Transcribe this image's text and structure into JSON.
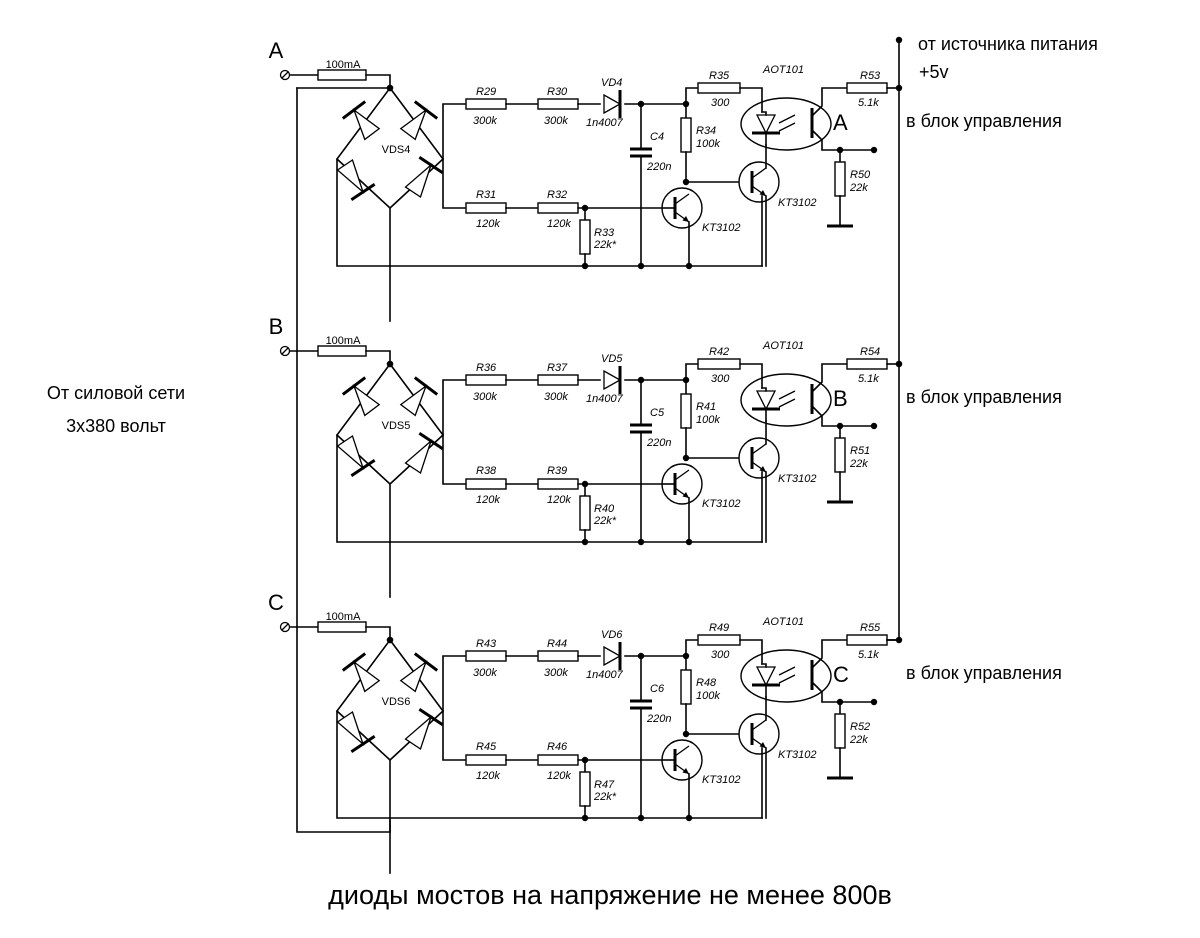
{
  "header": {
    "supply_label": "от источника питания",
    "supply_voltage": "+5v"
  },
  "left_note": {
    "line1": "От силовой сети",
    "line2": "3х380 вольт"
  },
  "footer_note": "диоды мостов на напряжение не менее 800в",
  "channels": [
    {
      "phase": "A",
      "out_letter": "A",
      "out_text": "в блок управления",
      "fuse": "100mA",
      "bridge": "VDS4",
      "r_top1": {
        "name": "R29",
        "value": "300k"
      },
      "r_top2": {
        "name": "R30",
        "value": "300k"
      },
      "diode": {
        "name": "VD4",
        "value": "1n4007"
      },
      "cap": {
        "name": "C4",
        "value": "220n"
      },
      "r_bot1": {
        "name": "R31",
        "value": "120k"
      },
      "r_bot2": {
        "name": "R32",
        "value": "120k"
      },
      "r_shunt": {
        "name": "R33",
        "value": "22k*"
      },
      "r_col": {
        "name": "R35",
        "value": "300"
      },
      "r_base": {
        "name": "R34",
        "value": "100k"
      },
      "q1": "KT3102",
      "q2": "KT3102",
      "opto": "AOT101",
      "r_pull": {
        "name": "R53",
        "value": "5.1k"
      },
      "r_load": {
        "name": "R50",
        "value": "22k"
      }
    },
    {
      "phase": "B",
      "out_letter": "B",
      "out_text": "в блок управления",
      "fuse": "100mA",
      "bridge": "VDS5",
      "r_top1": {
        "name": "R36",
        "value": "300k"
      },
      "r_top2": {
        "name": "R37",
        "value": "300k"
      },
      "diode": {
        "name": "VD5",
        "value": "1n4007"
      },
      "cap": {
        "name": "C5",
        "value": "220n"
      },
      "r_bot1": {
        "name": "R38",
        "value": "120k"
      },
      "r_bot2": {
        "name": "R39",
        "value": "120k"
      },
      "r_shunt": {
        "name": "R40",
        "value": "22k*"
      },
      "r_col": {
        "name": "R42",
        "value": "300"
      },
      "r_base": {
        "name": "R41",
        "value": "100k"
      },
      "q1": "KT3102",
      "q2": "KT3102",
      "opto": "AOT101",
      "r_pull": {
        "name": "R54",
        "value": "5.1k"
      },
      "r_load": {
        "name": "R51",
        "value": "22k"
      }
    },
    {
      "phase": "C",
      "out_letter": "C",
      "out_text": "в блок управления",
      "fuse": "100mA",
      "bridge": "VDS6",
      "r_top1": {
        "name": "R43",
        "value": "300k"
      },
      "r_top2": {
        "name": "R44",
        "value": "300k"
      },
      "diode": {
        "name": "VD6",
        "value": "1n4007"
      },
      "cap": {
        "name": "C6",
        "value": "220n"
      },
      "r_bot1": {
        "name": "R45",
        "value": "120k"
      },
      "r_bot2": {
        "name": "R46",
        "value": "120k"
      },
      "r_shunt": {
        "name": "R47",
        "value": "22k*"
      },
      "r_col": {
        "name": "R49",
        "value": "300"
      },
      "r_base": {
        "name": "R48",
        "value": "100k"
      },
      "q1": "KT3102",
      "q2": "KT3102",
      "opto": "AOT101",
      "r_pull": {
        "name": "R55",
        "value": "5.1k"
      },
      "r_load": {
        "name": "R52",
        "value": "22k"
      }
    }
  ]
}
